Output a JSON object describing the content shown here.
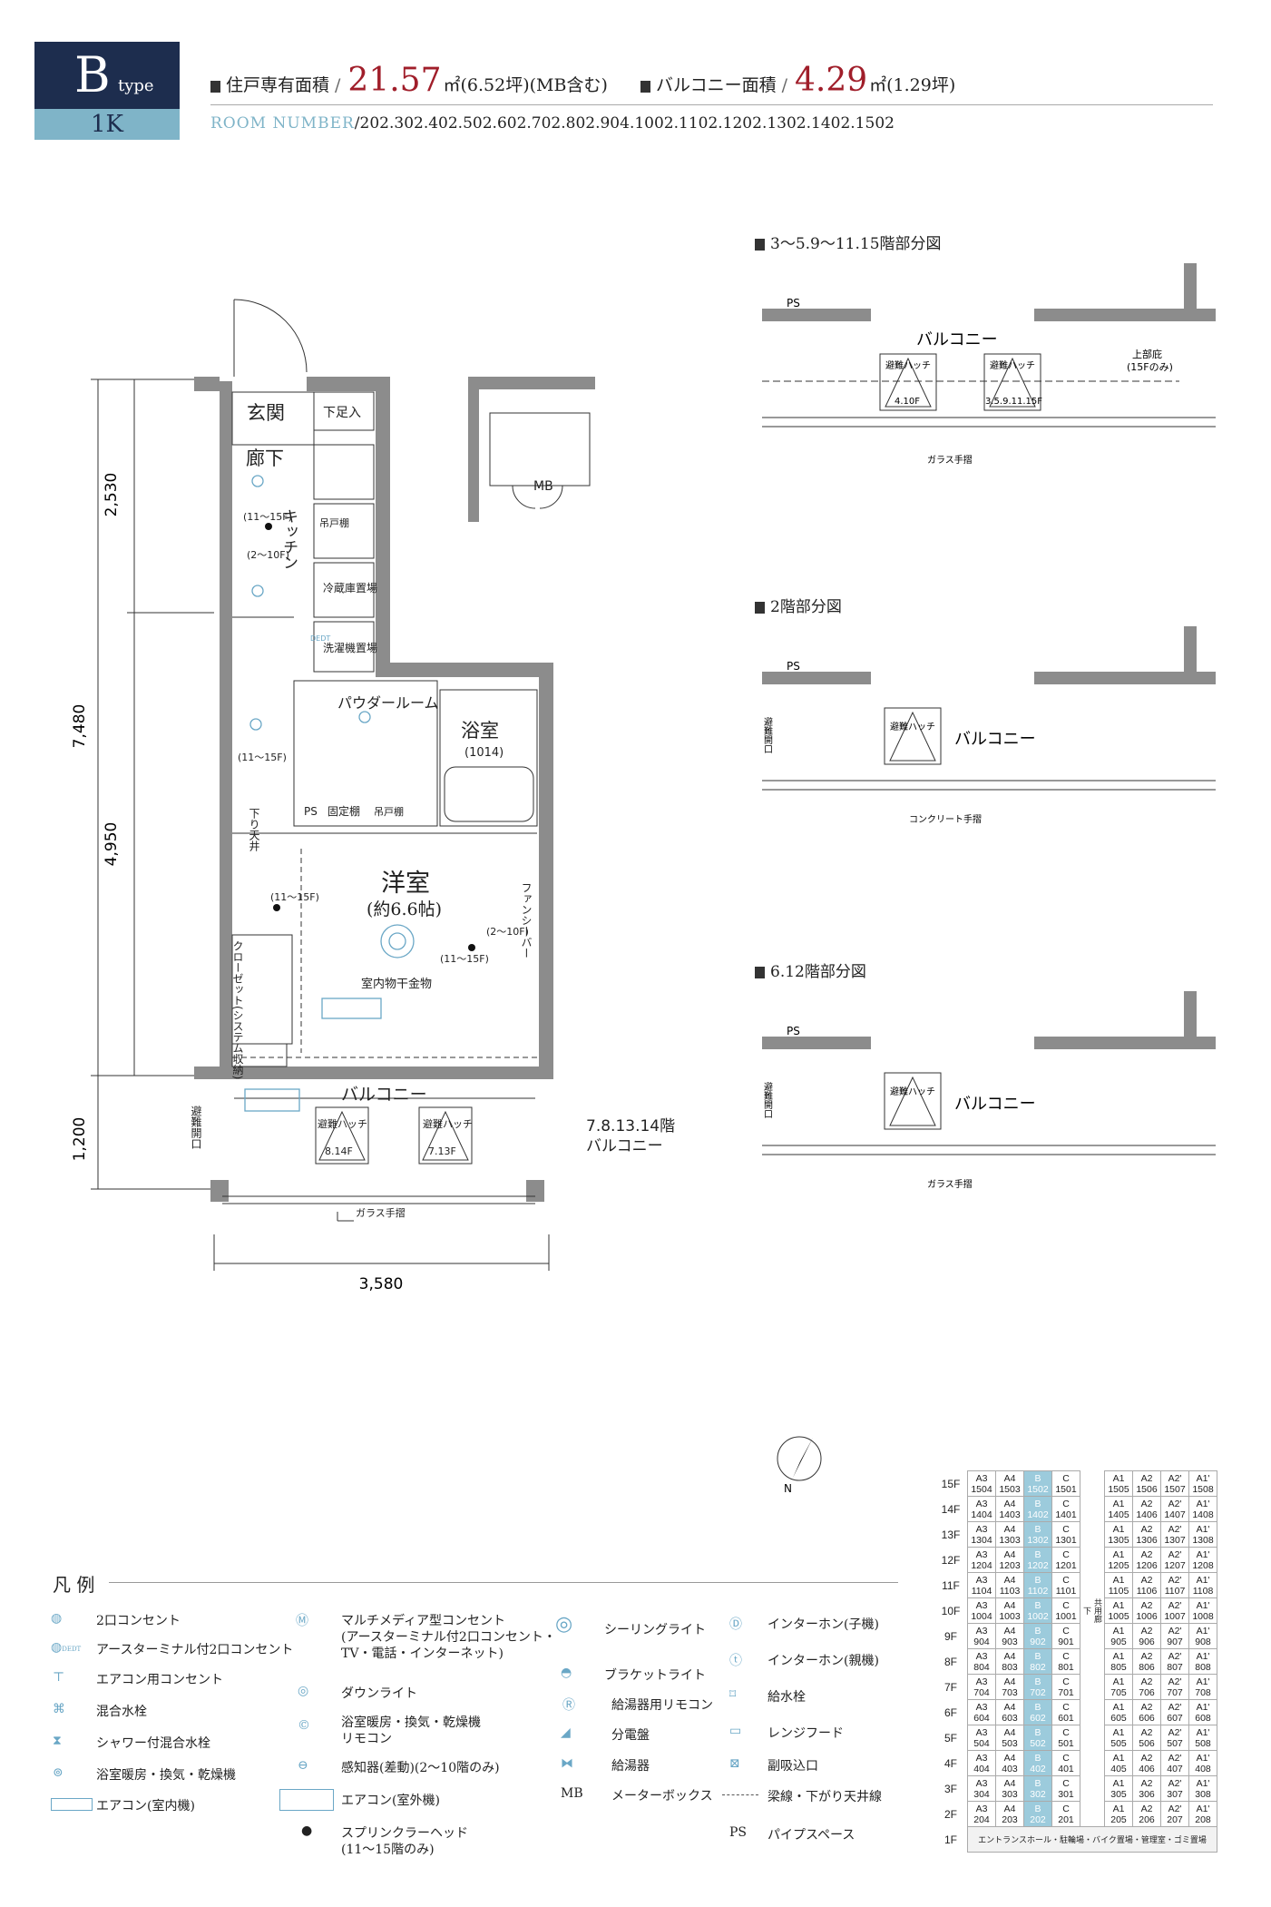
{
  "header": {
    "type_letter": "B",
    "type_suffix": "type",
    "layout": "1K",
    "area_label": "住戸専有面積",
    "area_value": "21.57",
    "area_unit": "㎡(6.52坪)(MB含む)",
    "balcony_label": "バルコニー面積",
    "balcony_value": "4.29",
    "balcony_unit": "㎡(1.29坪)",
    "room_number_label": "ROOM NUMBER",
    "room_numbers": "202.302.402.502.602.702.802.904.1002.1102.1202.1302.1402.1502"
  },
  "plan": {
    "genkan": "玄関",
    "geta": "下足入",
    "rouka": "廊下",
    "kitchen": "キッチン",
    "tsuri": "吊戸棚",
    "reizou": "冷蔵庫置場",
    "sentaku": "洗濯機置場",
    "dedicated_tag": "DEDT",
    "powder": "パウダールーム",
    "bath": "浴室",
    "bath_size": "(1014)",
    "ps": "PS",
    "koteidana": "固定棚",
    "tsuridana": "吊戸棚",
    "yoshitsu": "洋室",
    "yoshitsu_size": "(約6.6帖)",
    "sprinkler1": "(11〜15F)",
    "sensor1": "(2〜10F)",
    "sprinkler2": "(11〜15F)",
    "sprinkler3": "(11〜15F)",
    "sensor2": "(2〜10F)",
    "sprinkler4": "(11〜15F)",
    "sagari": "下り天井",
    "fan": "ファンシーバー",
    "closet": "クローゼット(システム収納)",
    "hoshi": "室内物干金物",
    "mb": "MB",
    "balcony": "バルコニー",
    "hinan_kuchi": "避難開口",
    "hatch1": "避難ハッチ",
    "hatch1_floor": "8.14F",
    "hatch2": "避難ハッチ",
    "hatch2_floor": "7.13F",
    "floors_note": "7.8.13.14階",
    "floors_note2": "バルコニー",
    "glass": "ガラス手摺",
    "dim_2530": "2,530",
    "dim_7480": "7,480",
    "dim_4950": "4,950",
    "dim_1200": "1,200",
    "dim_3580": "3,580"
  },
  "partials": [
    {
      "title": "3〜5.9〜11.15階部分図",
      "balcony": "バルコニー",
      "hatch_a": "避難ハッチ",
      "hatch_a_floor": "4.10F",
      "hatch_b": "避難ハッチ",
      "hatch_b_floor": "3.5.9.11.15F",
      "note": "上部庇",
      "note2": "(15Fのみ)",
      "rail": "ガラス手摺",
      "ps": "PS"
    },
    {
      "title": "2階部分図",
      "balcony": "バルコニー",
      "hatch": "避難ハッチ",
      "rail": "コンクリート手摺",
      "ps": "PS",
      "side": "避難開口"
    },
    {
      "title": "6.12階部分図",
      "balcony": "バルコニー",
      "hatch": "避難ハッチ",
      "rail": "ガラス手摺",
      "ps": "PS",
      "side": "避難開口"
    }
  ],
  "compass": "N",
  "legend": {
    "title": "凡 例",
    "items": [
      "2口コンセント",
      "アースターミナル付2口コンセント",
      "エアコン用コンセント",
      "混合水栓",
      "シャワー付混合水栓",
      "浴室暖房・換気・乾燥機",
      "エアコン(室内機)",
      "マルチメディア型コンセント",
      "(アースターミナル付2口コンセント・",
      "TV・電話・インターネット)",
      "ダウンライト",
      "浴室暖房・換気・乾燥機",
      "リモコン",
      "感知器(差動)(2〜10階のみ)",
      "エアコン(室外機)",
      "スプリンクラーヘッド",
      "(11〜15階のみ)",
      "シーリングライト",
      "ブラケットライト",
      "給湯器用リモコン",
      "分電盤",
      "給湯器",
      "メーターボックス",
      "インターホン(子機)",
      "インターホン(親機)",
      "給水栓",
      "レンジフード",
      "副吸込口",
      "梁線・下がり天井線",
      "パイプスペース"
    ],
    "mb_abbr": "MB",
    "ps_abbr": "PS",
    "dedt_tag": "DEDT"
  },
  "floor_table": {
    "floors": [
      "15F",
      "14F",
      "13F",
      "12F",
      "11F",
      "10F",
      "9F",
      "8F",
      "7F",
      "6F",
      "5F",
      "4F",
      "3F",
      "2F",
      "1F"
    ],
    "left_types": [
      "A3",
      "A4",
      "B",
      "C"
    ],
    "right_types": [
      "A1",
      "A2",
      "A2'",
      "A1'"
    ],
    "rows": [
      [
        "1504",
        "1503",
        "1502",
        "1501",
        "1505",
        "1506",
        "1507",
        "1508"
      ],
      [
        "1404",
        "1403",
        "1402",
        "1401",
        "1405",
        "1406",
        "1407",
        "1408"
      ],
      [
        "1304",
        "1303",
        "1302",
        "1301",
        "1305",
        "1306",
        "1307",
        "1308"
      ],
      [
        "1204",
        "1203",
        "1202",
        "1201",
        "1205",
        "1206",
        "1207",
        "1208"
      ],
      [
        "1104",
        "1103",
        "1102",
        "1101",
        "1105",
        "1106",
        "1107",
        "1108"
      ],
      [
        "1004",
        "1003",
        "1002",
        "1001",
        "1005",
        "1006",
        "1007",
        "1008"
      ],
      [
        "904",
        "903",
        "902",
        "901",
        "905",
        "906",
        "907",
        "908"
      ],
      [
        "804",
        "803",
        "802",
        "801",
        "805",
        "806",
        "807",
        "808"
      ],
      [
        "704",
        "703",
        "702",
        "701",
        "705",
        "706",
        "707",
        "708"
      ],
      [
        "604",
        "603",
        "602",
        "601",
        "605",
        "606",
        "607",
        "608"
      ],
      [
        "504",
        "503",
        "502",
        "501",
        "505",
        "506",
        "507",
        "508"
      ],
      [
        "404",
        "403",
        "402",
        "401",
        "405",
        "406",
        "407",
        "408"
      ],
      [
        "304",
        "303",
        "302",
        "301",
        "305",
        "306",
        "307",
        "308"
      ],
      [
        "204",
        "203",
        "202",
        "201",
        "205",
        "206",
        "207",
        "208"
      ]
    ],
    "corridor": "共用廊下",
    "ground_floor": "エントランスホール・駐輪場・バイク置場・管理室・ゴミ置場"
  },
  "colors": {
    "navy": "#1d2d4e",
    "lightblue": "#7fb4c8",
    "red": "#a01e2a",
    "wall": "#8c8c8c",
    "blue_icon": "#6aa7c6"
  }
}
